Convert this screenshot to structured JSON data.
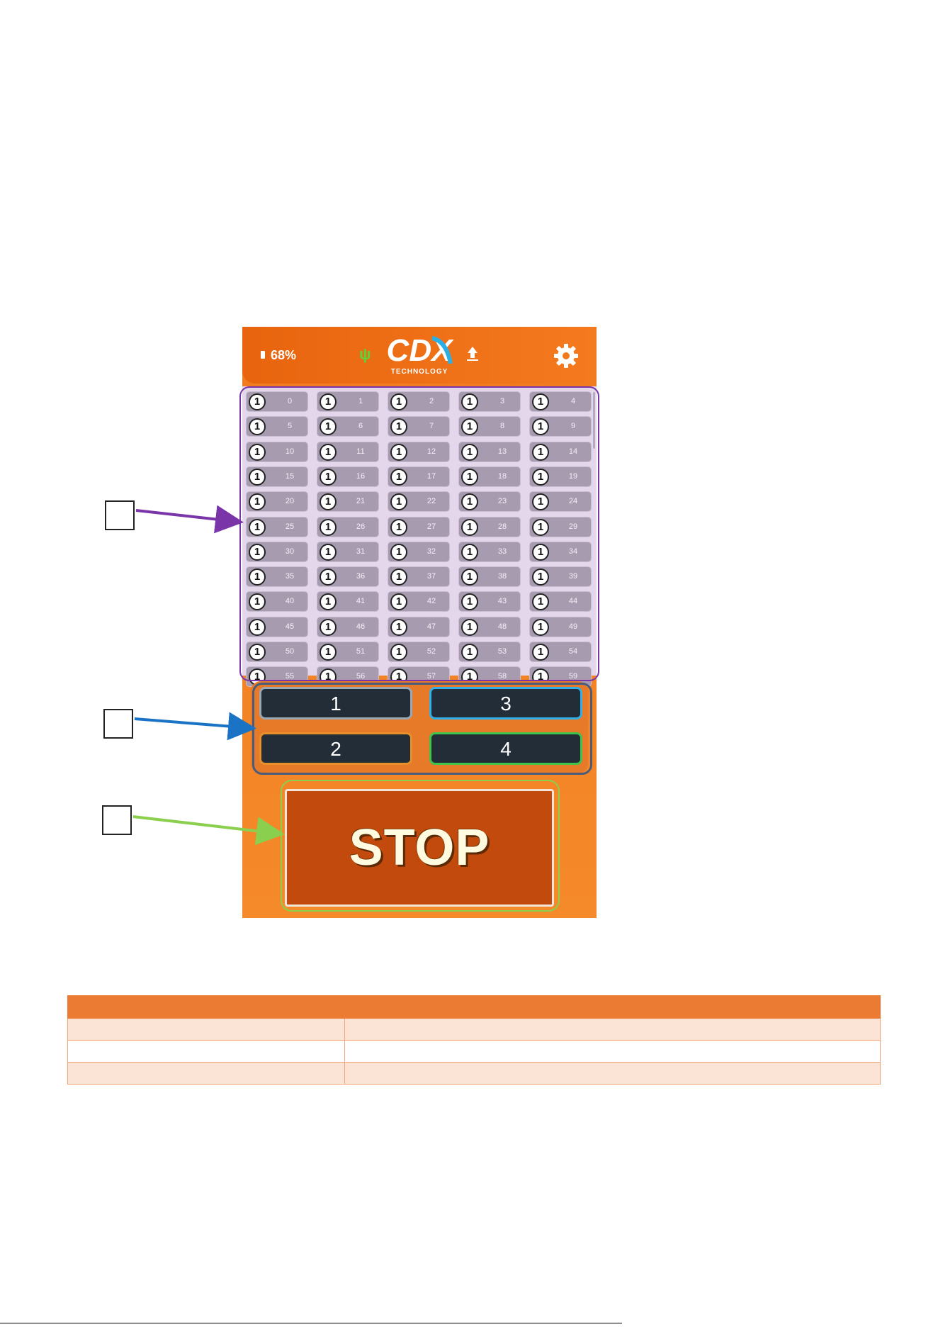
{
  "app": {
    "battery": "68%",
    "logo_text": "CDX",
    "logo_subtitle": "TECHNOLOGY",
    "usb_icon": "usb-icon",
    "upload_icon": "upload-icon",
    "settings_icon": "gear-icon"
  },
  "channel_grid": {
    "knob_glyph": "1",
    "channels": [
      "0",
      "1",
      "2",
      "3",
      "4",
      "5",
      "6",
      "7",
      "8",
      "9",
      "10",
      "11",
      "12",
      "13",
      "14",
      "15",
      "16",
      "17",
      "18",
      "19",
      "20",
      "21",
      "22",
      "23",
      "24",
      "25",
      "26",
      "27",
      "28",
      "29",
      "30",
      "31",
      "32",
      "33",
      "34",
      "35",
      "36",
      "37",
      "38",
      "39",
      "40",
      "41",
      "42",
      "43",
      "44",
      "45",
      "46",
      "47",
      "48",
      "49",
      "50",
      "51",
      "52",
      "53",
      "54",
      "55",
      "56",
      "57",
      "58",
      "59"
    ]
  },
  "toggle_buttons": [
    {
      "label": "1",
      "border_color": "#9aa7b4"
    },
    {
      "label": "3",
      "border_color": "#2fb0e8"
    },
    {
      "label": "2",
      "border_color": "#e8902a"
    },
    {
      "label": "4",
      "border_color": "#3fc34a"
    }
  ],
  "stop_button": {
    "label": "STOP"
  },
  "annotations": [
    {
      "color": "#7a35a8"
    },
    {
      "color": "#1a73c4"
    },
    {
      "color": "#8bcf4e"
    }
  ],
  "table": {
    "header_color": "#eb7a33",
    "rows": 3
  }
}
